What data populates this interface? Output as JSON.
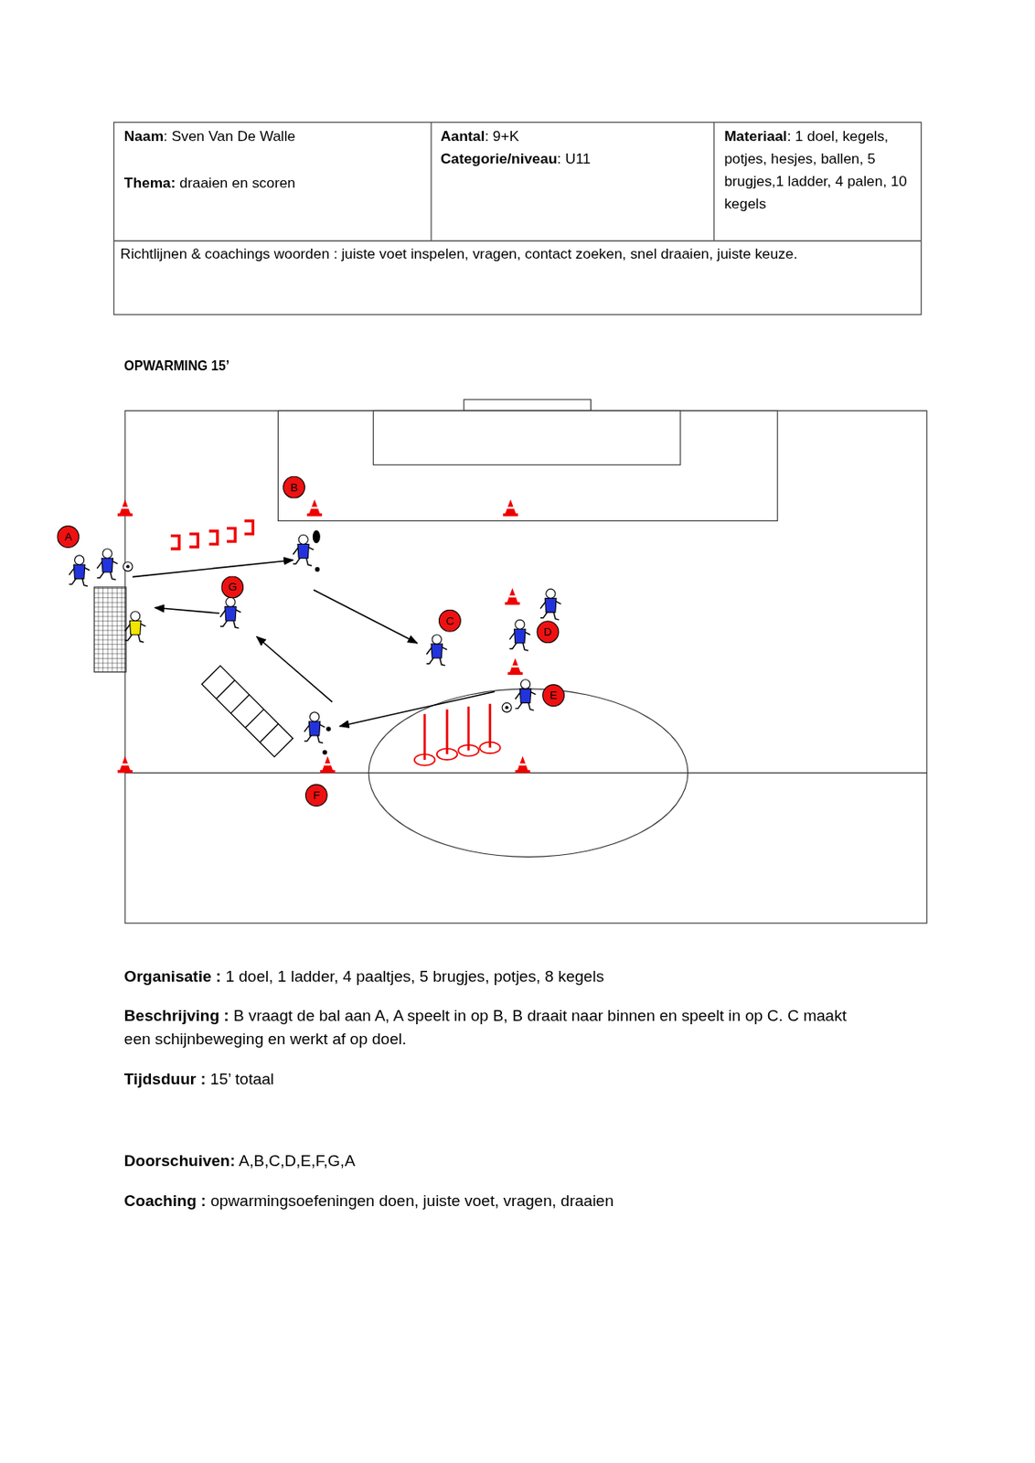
{
  "diagram": {
    "title": "OPWARMING 15’",
    "nodes": [
      {
        "text": [
          "B"
        ]
      },
      {
        "text": [
          "A"
        ]
      },
      {
        "text": [
          "G"
        ]
      },
      {
        "text": [
          "C"
        ]
      },
      {
        "text": [
          "D"
        ]
      },
      {
        "text": [
          "E"
        ]
      },
      {
        "text": [
          "F"
        ]
      }
    ],
    "labels": [
      "Naam",
      ": Sven Van De Walle",
      "Thema:",
      " draaien en scoren",
      "Aantal",
      ": 9+K",
      "Categorie/niveau",
      ": U11",
      "Materiaal",
      ": 1 doel, kegels, potjes, hesjes, ballen, 5 brugjes,1 ladder, 4 palen, 10 kegels",
      "Richtlijnen & coachings woorden : juiste voet inspelen, vragen, contact zoeken, snel draaien, juiste keuze.",
      "Organisatie :",
      " 1 doel, 1 ladder, 4 paaltjes, 5 brugjes, potjes, 8 kegels",
      "Beschrijving :",
      " B vraagt de bal aan A, A speelt in op B, B draait naar binnen en speelt in op C. C maakt een schijnbeweging en werkt af op doel.",
      "Tijdsduur :",
      " 15’ totaal",
      "Doorschuiven:",
      " A,B,C,D,E,F,G,A",
      "Coaching :",
      " opwarmingsoefeningen doen, juiste voet, vragen, draaien"
    ]
  }
}
